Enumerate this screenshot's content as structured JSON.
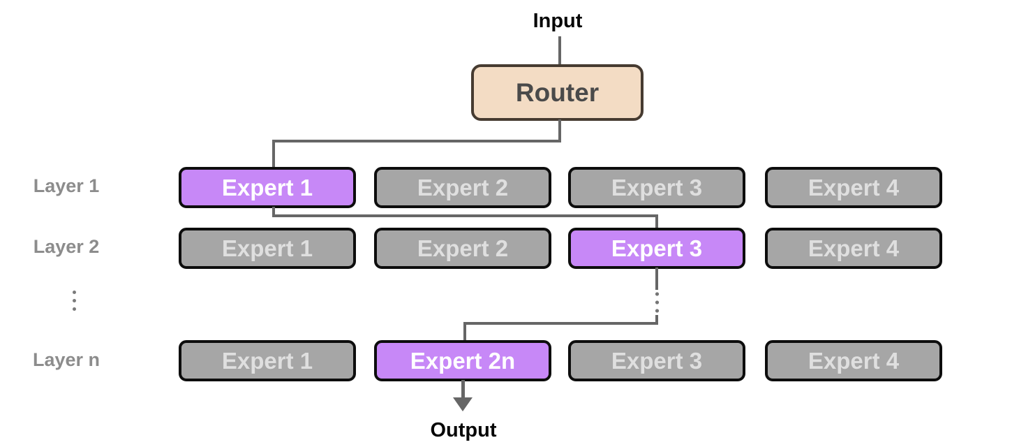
{
  "nodes": {
    "input_label": "Input",
    "router_label": "Router",
    "output_label": "Output"
  },
  "more_layers_indicator": "⋮",
  "layers": [
    {
      "label": "Layer 1",
      "experts": [
        {
          "label": "Expert 1",
          "active": true
        },
        {
          "label": "Expert 2",
          "active": false
        },
        {
          "label": "Expert 3",
          "active": false
        },
        {
          "label": "Expert 4",
          "active": false
        }
      ]
    },
    {
      "label": "Layer 2",
      "experts": [
        {
          "label": "Expert 1",
          "active": false
        },
        {
          "label": "Expert 2",
          "active": false
        },
        {
          "label": "Expert 3",
          "active": true
        },
        {
          "label": "Expert 4",
          "active": false
        }
      ]
    },
    {
      "label": "Layer n",
      "experts": [
        {
          "label": "Expert 1",
          "active": false
        },
        {
          "label": "Expert 2n",
          "active": true
        },
        {
          "label": "Expert 3",
          "active": false
        },
        {
          "label": "Expert 4",
          "active": false
        }
      ]
    }
  ],
  "routing_path": [
    "Router",
    "Layer 1 / Expert 1",
    "Layer 2 / Expert 3",
    "Layer n / Expert 2n",
    "Output"
  ],
  "colors": {
    "active_expert_bg": "#C788F7",
    "inactive_expert_bg": "#A6A6A6",
    "inactive_expert_text": "#DFDFDF",
    "router_bg": "#F3DCC4",
    "router_border": "#463B31",
    "connector": "#666666",
    "layer_label_color": "#8C8C8C"
  }
}
